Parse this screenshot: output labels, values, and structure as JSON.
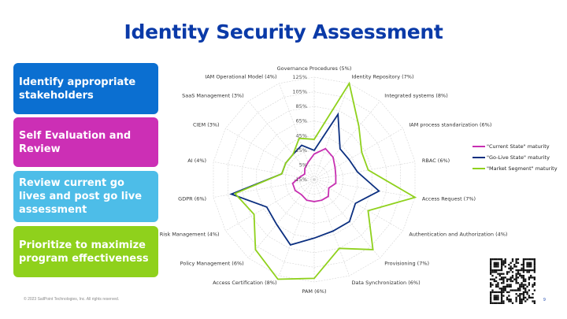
{
  "page": {
    "title": "Identity Security Assessment",
    "footer": "© 2023 SailPoint Technologies, Inc. All rights reserved.",
    "page_number": "9"
  },
  "steps": [
    {
      "label": "Identify appropriate stakeholders",
      "color": "#0b6fd1"
    },
    {
      "label": "Self Evaluation and Review",
      "color": "#cc2fb5"
    },
    {
      "label": "Review current go lives and post go live assessment",
      "color": "#4dbde8"
    },
    {
      "label": "Prioritize to maximize program effectiveness",
      "color": "#8fd11c"
    }
  ],
  "chart_data": {
    "type": "radar",
    "categories": [
      "Governance Procedures (5%)",
      "Identity Repository (7%)",
      "Integrated systems (8%)",
      "IAM process standarization (6%)",
      "RBAC (6%)",
      "Access Request (7%)",
      "Authentication and Authorization (4%)",
      "Provisioning (7%)",
      "Data Synchronization (6%)",
      "PAM (6%)",
      "Access Certification (8%)",
      "Policy Management (6%)",
      "Risk Management (4%)",
      "GDPR (6%)",
      "AI (4%)",
      "CIEM (3%)",
      "SaaS Management (3%)",
      "IAM Operational Model (4%)"
    ],
    "tick_labels": [
      "-15%",
      "5%",
      "25%",
      "45%",
      "65%",
      "85%",
      "105%",
      "125%"
    ],
    "range": [
      -15,
      125
    ],
    "series": [
      {
        "name": "\"Current State\" maturity",
        "color": "#c72fb1",
        "values": [
          20,
          30,
          25,
          18,
          15,
          15,
          8,
          15,
          15,
          15,
          15,
          12,
          15,
          15,
          5,
          0,
          5,
          10
        ]
      },
      {
        "name": "\"Go-Live State\" maturity",
        "color": "#0b2f80",
        "values": [
          25,
          80,
          40,
          40,
          45,
          75,
          50,
          60,
          60,
          65,
          80,
          65,
          60,
          100,
          30,
          30,
          30,
          35
        ]
      },
      {
        "name": "\"Market Segment\" maturity",
        "color": "#8fd11c",
        "values": [
          40,
          125,
          80,
          60,
          60,
          125,
          70,
          110,
          85,
          120,
          130,
          110,
          80,
          95,
          30,
          30,
          30,
          45
        ]
      }
    ],
    "grid": true,
    "legend": "right"
  }
}
